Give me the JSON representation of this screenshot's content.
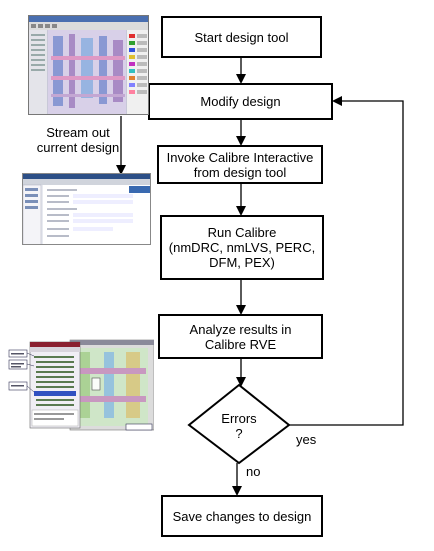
{
  "steps": {
    "start": "Start design tool",
    "modify": "Modify design",
    "invoke": "Invoke Calibre Interactive\nfrom design tool",
    "run": "Run Calibre\n(nmDRC, nmLVS, PERC,\nDFM, PEX)",
    "analyze": "Analyze results in\nCalibre RVE",
    "decision": "Errors\n?",
    "save": "Save changes to design"
  },
  "labels": {
    "stream_out": "Stream out\ncurrent design",
    "yes": "yes",
    "no": "no"
  },
  "thumbnails": {
    "layout_editor": {
      "title": "layout editor screenshot",
      "bar": "#4a6fb0",
      "bg": "#c8c8d8"
    },
    "calibre_interactive": {
      "title": "Calibre Interactive screenshot",
      "bar": "#2c4f86",
      "bg": "#e8eaf0"
    },
    "calibre_rve": {
      "title": "Calibre RVE screenshot",
      "bar": "#8a2030",
      "bg": "#e6e4ee"
    }
  },
  "colors": {
    "stroke": "#000000",
    "fill": "#ffffff"
  }
}
